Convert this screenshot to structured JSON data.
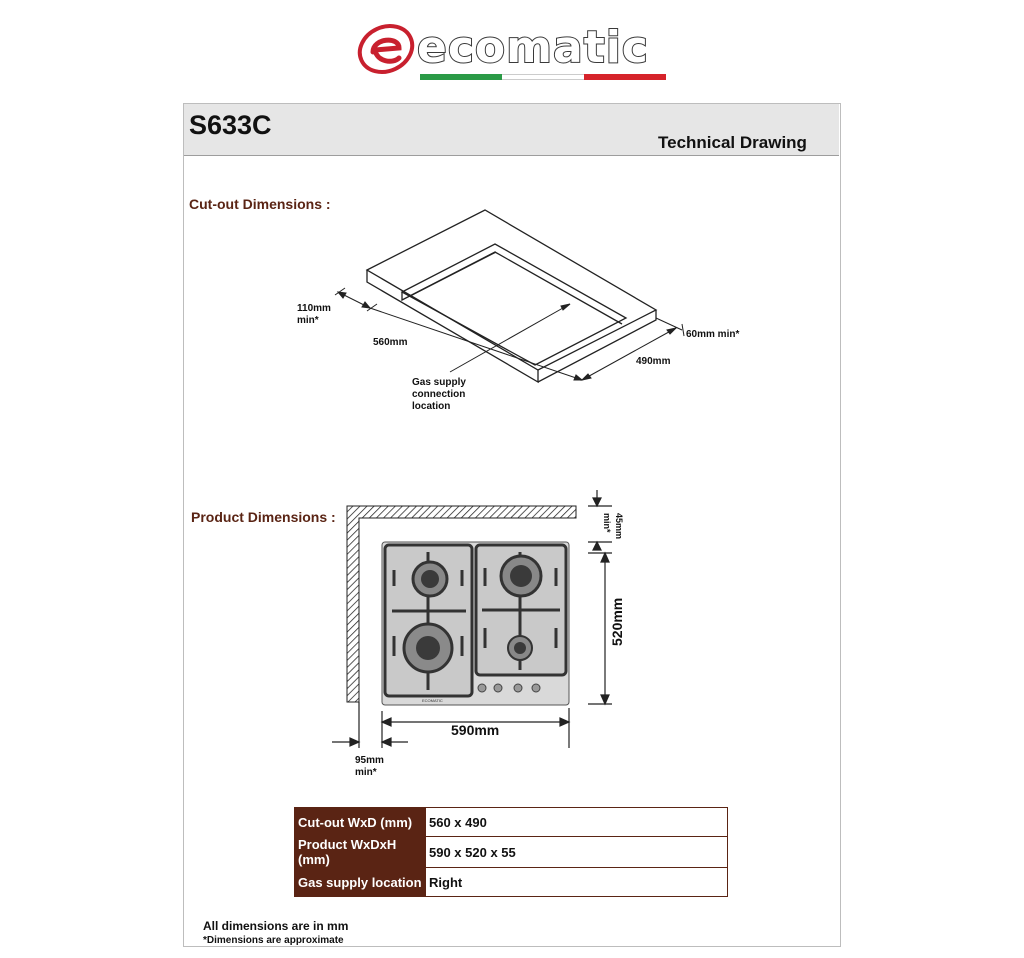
{
  "brand": {
    "name": "ecomatic",
    "flag_colors": [
      "#2a9a46",
      "#ffffff",
      "#d6232a"
    ],
    "accent_red": "#c8202e"
  },
  "header": {
    "model": "S633C",
    "subtitle": "Technical Drawing"
  },
  "cutout": {
    "title": "Cut-out Dimensions :",
    "depth_clearance": "110mm\nmin*",
    "width": "560mm",
    "back_clearance": "60mm min*",
    "depth": "490mm",
    "gas_label": "Gas supply\nconnection\nlocation"
  },
  "product": {
    "title": "Product Dimensions :",
    "top_clearance": "45mm\nmin*",
    "height": "520mm",
    "width": "590mm",
    "side_clearance": "95mm\nmin*",
    "hob_brand": "ECOMATIC"
  },
  "spec_table": [
    {
      "key": "Cut-out WxD (mm)",
      "value": "560 x 490"
    },
    {
      "key": "Product WxDxH (mm)",
      "value": "590 x 520 x 55"
    },
    {
      "key": "Gas supply location",
      "value": "Right"
    }
  ],
  "notes": {
    "line1": "All dimensions are in mm",
    "line2": "*Dimensions are approximate"
  },
  "colors": {
    "section_title": "#5a2414",
    "table_header": "#5a2414"
  }
}
